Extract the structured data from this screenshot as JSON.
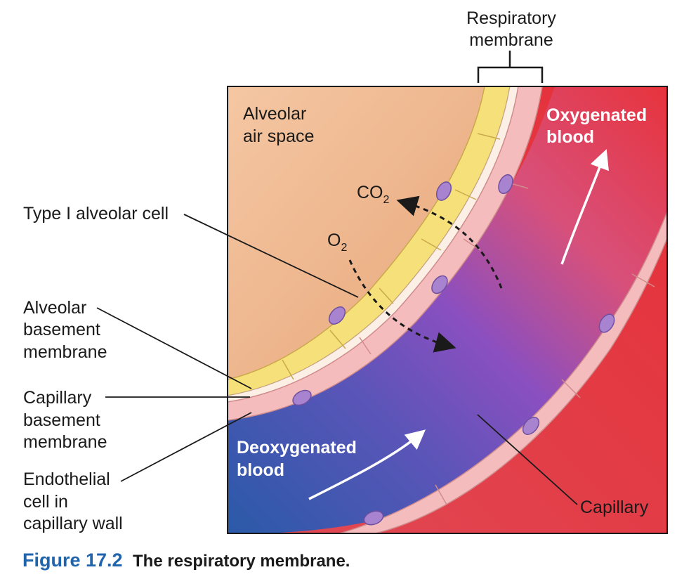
{
  "figure": {
    "number": "Figure 17.2",
    "caption": "The respiratory membrane."
  },
  "labels": {
    "respiratory_membrane": [
      "Respiratory",
      "membrane"
    ],
    "alveolar_air_space": [
      "Alveolar",
      "air space"
    ],
    "oxygenated_blood": [
      "Oxygenated",
      "blood"
    ],
    "deoxygenated_blood": [
      "Deoxygenated",
      "blood"
    ],
    "co2": {
      "base": "CO",
      "sub": "2"
    },
    "o2": {
      "base": "O",
      "sub": "2"
    },
    "type1_alveolar_cell": "Type I alveolar cell",
    "alveolar_basement_membrane": [
      "Alveolar",
      "basement",
      "membrane"
    ],
    "capillary_basement_membrane": [
      "Capillary",
      "basement",
      "membrane"
    ],
    "endothelial_cell": [
      "Endothelial",
      "cell in",
      "capillary wall"
    ],
    "capillary": "Capillary"
  },
  "colors": {
    "alveolar_space": "#f2b98e",
    "alveolar_epithelium": "#f6e07a",
    "endothelium": "#f4bcbc",
    "oxygenated_blood": "#e8323a",
    "deoxygenated_blood": "#2a5aa8",
    "mixing_blood": "#8a4fc0",
    "nucleus": "#a883d0",
    "caption_blue": "#1f64ad"
  }
}
